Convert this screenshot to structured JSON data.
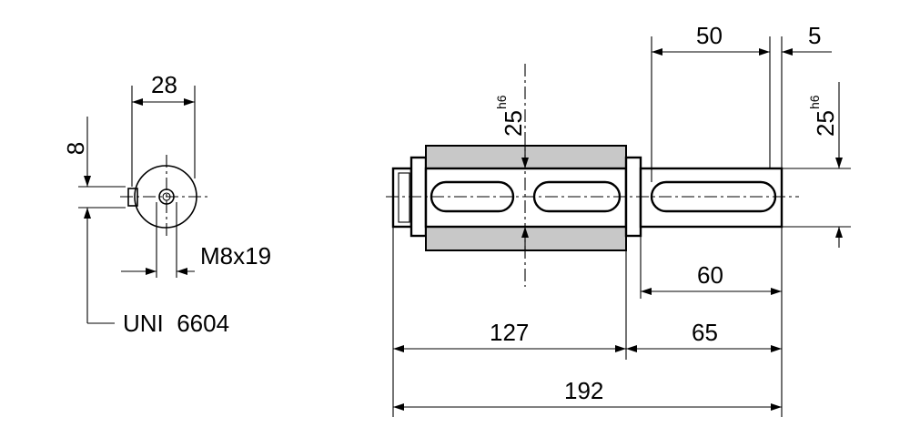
{
  "end_view": {
    "dim_width": "28",
    "dim_key": "8",
    "thread": "M8x19",
    "standard": "UNI  6604"
  },
  "side_view": {
    "dim_keyway_length": "50",
    "dim_end_offset": "5",
    "dim_diameter_main": "25",
    "dim_diameter_main_tol": "h6",
    "dim_diameter_end": "25",
    "dim_diameter_end_tol": "h6",
    "dim_shaft_extension": "60",
    "dim_body_length": "127",
    "dim_extension_length": "65",
    "dim_total_length": "192"
  },
  "colors": {
    "line": "#000000",
    "hub_fill": "#c8c8c8",
    "background": "#ffffff"
  }
}
